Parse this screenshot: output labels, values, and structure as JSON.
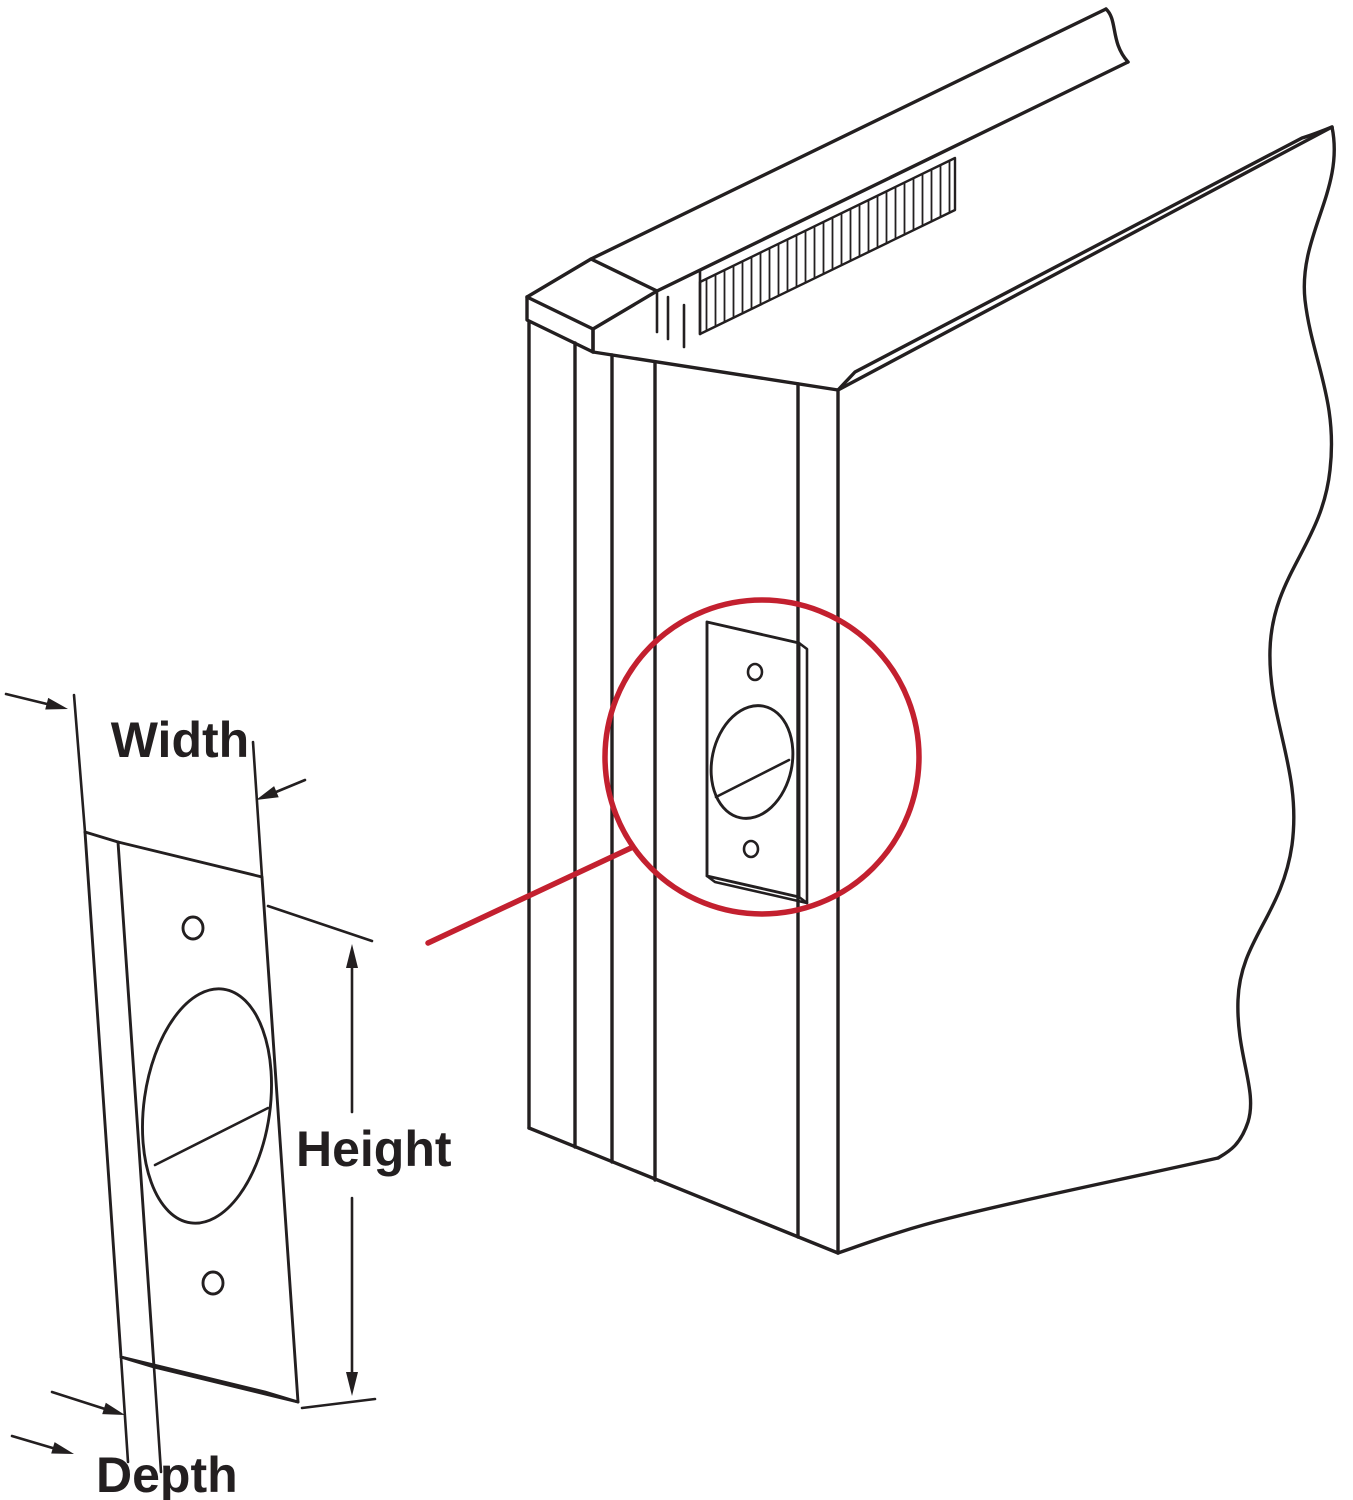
{
  "labels": {
    "width": "Width",
    "height": "Height",
    "depth": "Depth"
  },
  "colors": {
    "line": "#231f20",
    "accent": "#c3202f",
    "background": "#ffffff"
  }
}
